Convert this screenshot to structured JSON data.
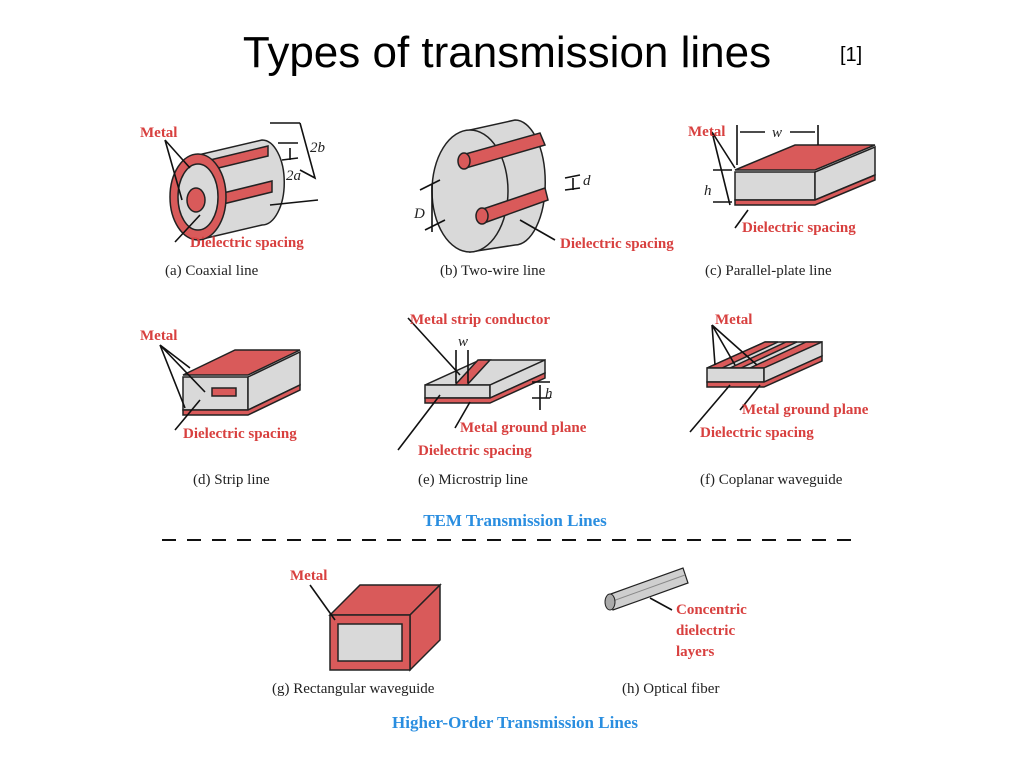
{
  "title": "Types of transmission lines",
  "reference": "[1]",
  "panels": {
    "a": {
      "metal": "Metal",
      "dielectric": "Dielectric spacing",
      "dim_outer": "2b",
      "dim_inner": "2a",
      "caption": "(a)  Coaxial line"
    },
    "b": {
      "dim_d": "d",
      "dim_D": "D",
      "dielectric": "Dielectric spacing",
      "caption": "(b)  Two-wire line"
    },
    "c": {
      "metal": "Metal",
      "dim_w": "w",
      "dim_h": "h",
      "dielectric": "Dielectric spacing",
      "caption": "(c)  Parallel-plate line"
    },
    "d": {
      "metal": "Metal",
      "dielectric": "Dielectric spacing",
      "caption": "(d)  Strip line"
    },
    "e": {
      "strip": "Metal strip conductor",
      "dim_w": "w",
      "dim_h": "h",
      "ground": "Metal ground plane",
      "dielectric": "Dielectric spacing",
      "caption": "(e)  Microstrip line"
    },
    "f": {
      "metal": "Metal",
      "ground": "Metal ground plane",
      "dielectric": "Dielectric spacing",
      "caption": "(f)  Coplanar waveguide"
    },
    "g": {
      "metal": "Metal",
      "caption": "(g)  Rectangular waveguide"
    },
    "h": {
      "layers": [
        "Concentric",
        "dielectric",
        "layers"
      ],
      "caption": "(h)  Optical fiber"
    }
  },
  "sections": {
    "tem": "TEM Transmission Lines",
    "higher": "Higher-Order Transmission Lines"
  },
  "colors": {
    "metal": "#d95a5a",
    "label_red": "#d8403f",
    "dielectric": "#d9d9d9",
    "section_blue": "#2a8ee0"
  }
}
